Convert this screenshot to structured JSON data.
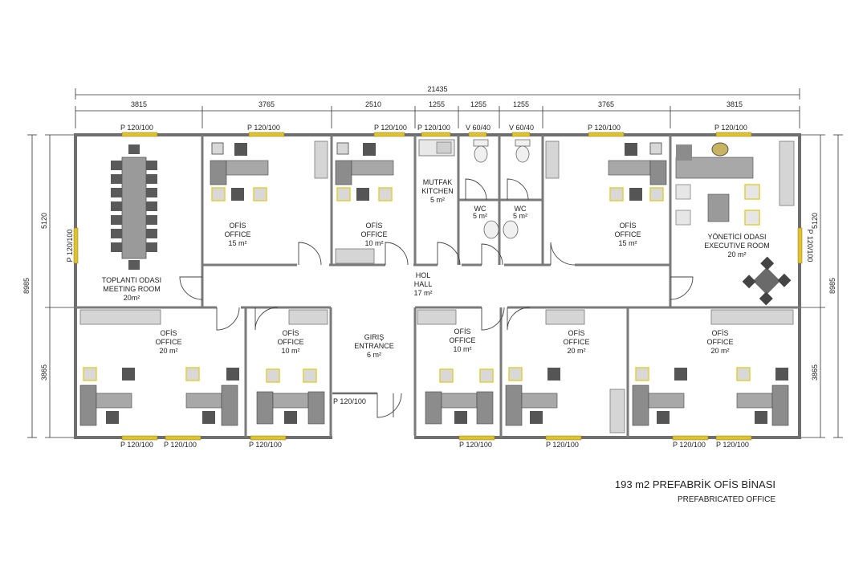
{
  "title": "193 m2 PREFABRİK OFİS BİNASI",
  "subtitle": "PREFABRICATED OFFICE",
  "dimensions": {
    "overall": "21435",
    "segments": [
      "3815",
      "3765",
      "2510",
      "1255",
      "1255",
      "1255",
      "3765",
      "3815"
    ],
    "left_total": "8985",
    "left_upper": "5120",
    "left_lower": "3865",
    "right_total": "8985",
    "right_upper": "5120",
    "right_lower": "3865"
  },
  "rooms": [
    {
      "id": "meeting",
      "lines": [
        "TOPLANTI ODASI",
        "MEETING ROOM",
        "20m²"
      ]
    },
    {
      "id": "office-top-1",
      "lines": [
        "OFİS",
        "OFFICE",
        "15 m²"
      ]
    },
    {
      "id": "office-top-2",
      "lines": [
        "OFİS",
        "OFFICE",
        "10 m²"
      ]
    },
    {
      "id": "kitchen",
      "lines": [
        "MUTFAK",
        "KITCHEN",
        "5 m²"
      ]
    },
    {
      "id": "wc-1",
      "lines": [
        "WC",
        "5 m²"
      ]
    },
    {
      "id": "wc-2",
      "lines": [
        "WC",
        "5 m²"
      ]
    },
    {
      "id": "office-top-3",
      "lines": [
        "OFİS",
        "OFFICE",
        "15 m²"
      ]
    },
    {
      "id": "executive",
      "lines": [
        "YÖNETİCİ ODASI",
        "EXECUTIVE ROOM",
        "20 m²"
      ]
    },
    {
      "id": "hall",
      "lines": [
        "HOL",
        "HALL",
        "17 m²"
      ]
    },
    {
      "id": "office-bottom-1",
      "lines": [
        "OFİS",
        "OFFICE",
        "20 m²"
      ]
    },
    {
      "id": "office-bottom-2",
      "lines": [
        "OFİS",
        "OFFICE",
        "10 m²"
      ]
    },
    {
      "id": "entrance",
      "lines": [
        "GIRIŞ",
        "ENTRANCE",
        "6 m²"
      ]
    },
    {
      "id": "office-bottom-3",
      "lines": [
        "OFİS",
        "OFFICE",
        "10 m²"
      ]
    },
    {
      "id": "office-bottom-4",
      "lines": [
        "OFİS",
        "OFFICE",
        "20 m²"
      ]
    },
    {
      "id": "office-bottom-5",
      "lines": [
        "OFİS",
        "OFFICE",
        "20 m²"
      ]
    }
  ],
  "windows": {
    "top": [
      "P 120/100",
      "P 120/100",
      "P 120/100",
      "P 120/100",
      "V 60/40",
      "V 60/40",
      "P 120/100",
      "P 120/100"
    ],
    "bottom": [
      "P 120/100",
      "P 120/100",
      "P 120/100",
      "P 120/100",
      "P 120/100",
      "P 120/100",
      "P 120/100"
    ],
    "left": "P 120/100",
    "right": "P 120/100",
    "entrance": "P 120/100"
  },
  "colors": {
    "wall": "#6e6e6e",
    "window": "#e0c22a",
    "furniture": "#8c8c8c",
    "dark_furniture": "#555555",
    "chair_accent": "#e3cf3a"
  }
}
